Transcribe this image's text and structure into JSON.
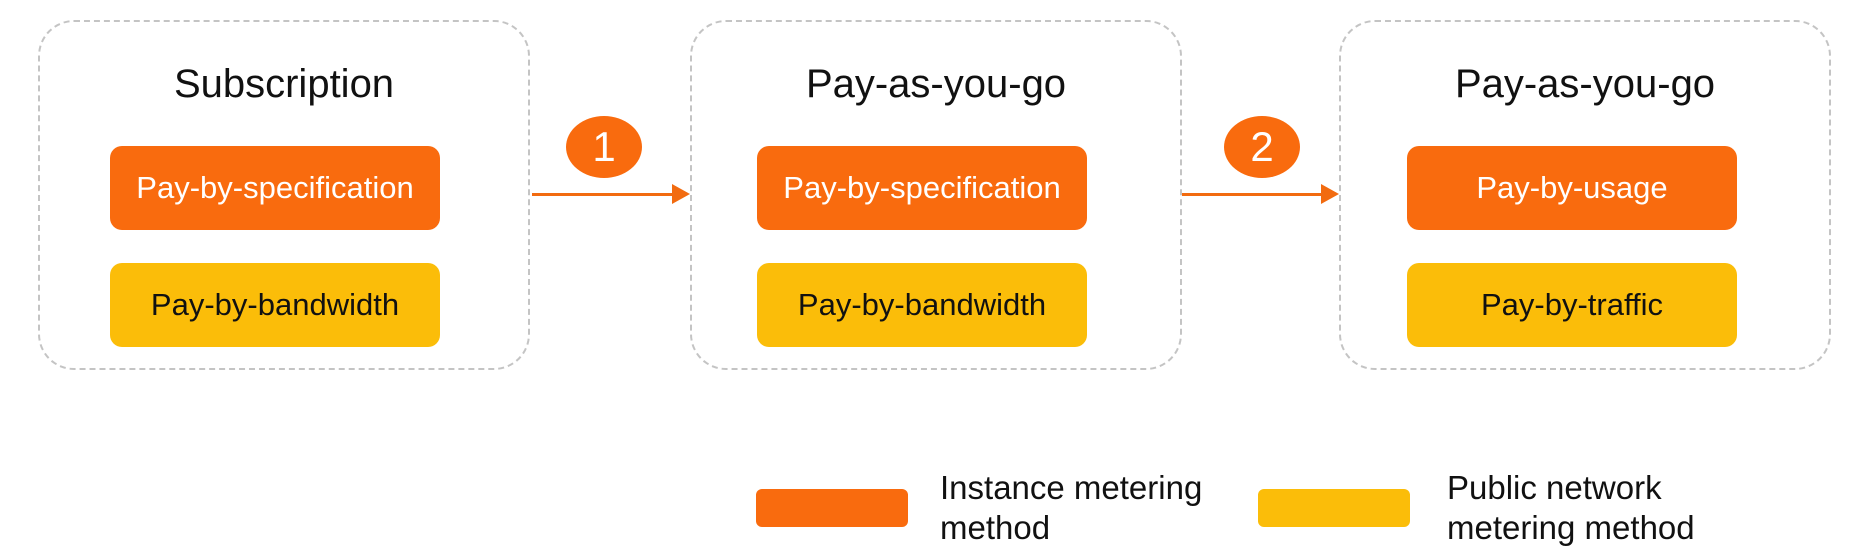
{
  "colors": {
    "instance_metering": "#f96b0e",
    "public_network_metering": "#fbbd09",
    "arrow": "#f26b10",
    "panel_border": "#c4c4c4"
  },
  "panels": [
    {
      "title": "Subscription",
      "instance_method": "Pay-by-specification",
      "network_method": "Pay-by-bandwidth"
    },
    {
      "title": "Pay-as-you-go",
      "instance_method": "Pay-by-specification",
      "network_method": "Pay-by-bandwidth"
    },
    {
      "title": "Pay-as-you-go",
      "instance_method": "Pay-by-usage",
      "network_method": "Pay-by-traffic"
    }
  ],
  "steps": [
    "1",
    "2"
  ],
  "legend": {
    "instance": {
      "line1": "Instance metering",
      "line2": "method"
    },
    "network": {
      "line1": "Public network",
      "line2": "metering method"
    }
  }
}
